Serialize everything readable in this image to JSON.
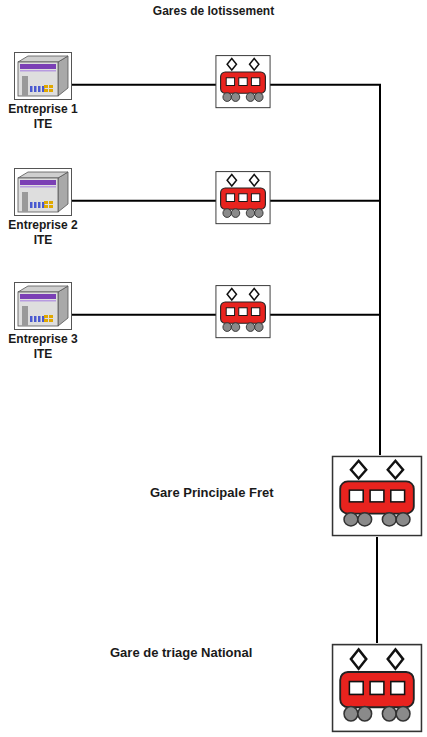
{
  "diagram": {
    "title": "Gares de lotissement",
    "nodes": [
      {
        "text": [
          "Entreprise 1 ITE"
        ]
      },
      {
        "text": [
          "Entreprise 2 ITE"
        ]
      },
      {
        "text": [
          "Entreprise 3 ITE"
        ]
      },
      {
        "text": [
          "Gare Principale Fret"
        ]
      },
      {
        "text": [
          "Gare de triage National"
        ]
      }
    ],
    "edges": [
      {
        "from": 0,
        "to": 3,
        "arrow": "none"
      },
      {
        "from": 1,
        "to": 3,
        "arrow": "none"
      },
      {
        "from": 2,
        "to": 3,
        "arrow": "none"
      },
      {
        "from": 3,
        "to": 4,
        "arrow": "none"
      }
    ]
  }
}
